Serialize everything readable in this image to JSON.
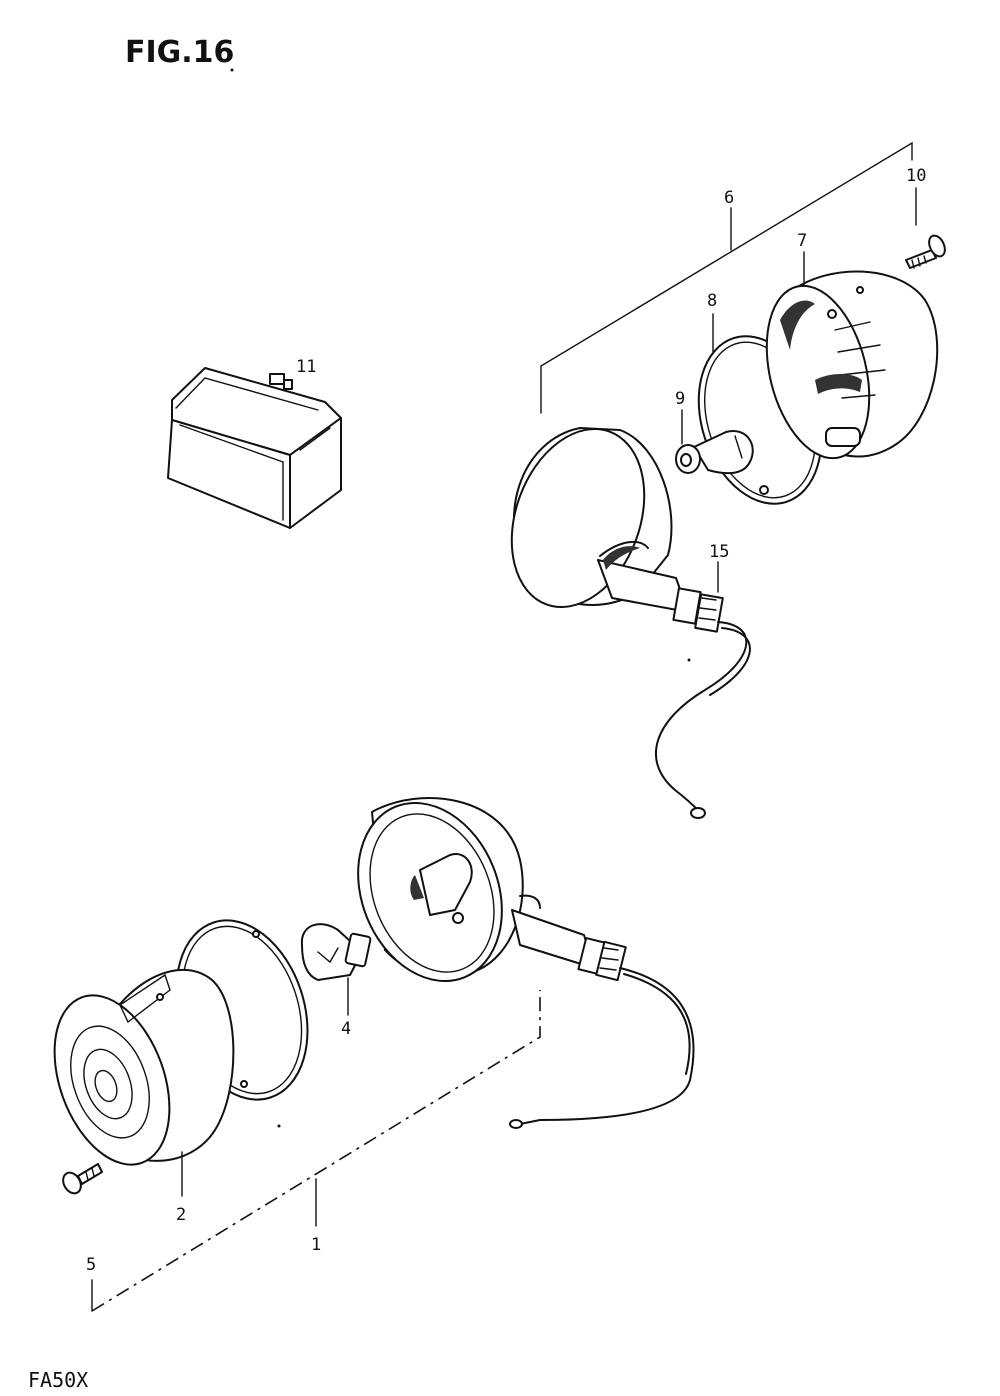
{
  "figure": {
    "title": "FIG.16",
    "model_code": "FA50X"
  },
  "callouts": {
    "c1": "1",
    "c2": "2",
    "c4": "4",
    "c5": "5",
    "c6": "6",
    "c7": "7",
    "c8": "8",
    "c9": "9",
    "c10": "10",
    "c11": "11",
    "c15": "15"
  }
}
